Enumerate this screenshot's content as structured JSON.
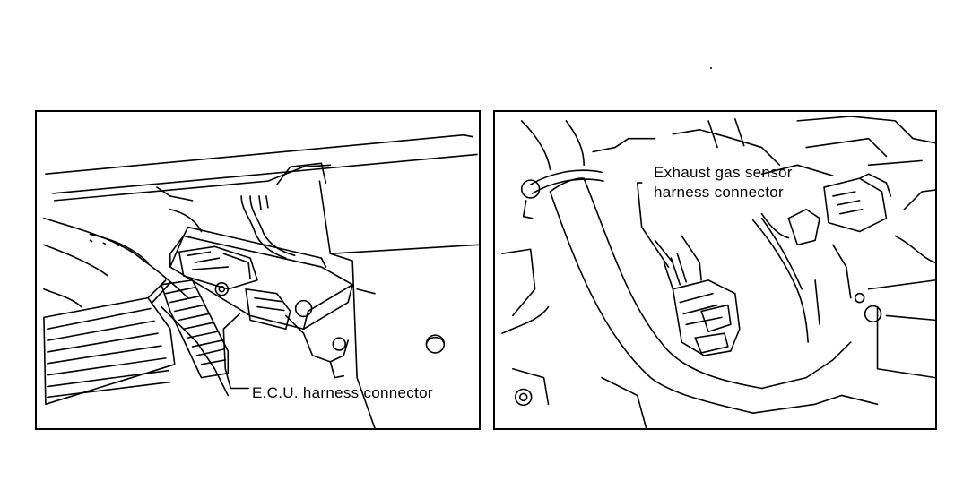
{
  "diagram": {
    "left_panel": {
      "callout": "E.C.U. harness connector"
    },
    "right_panel": {
      "callout_line1": "Exhaust gas sensor",
      "callout_line2": "harness connector"
    }
  },
  "colors": {
    "ink": "#000000",
    "paper": "#ffffff"
  }
}
